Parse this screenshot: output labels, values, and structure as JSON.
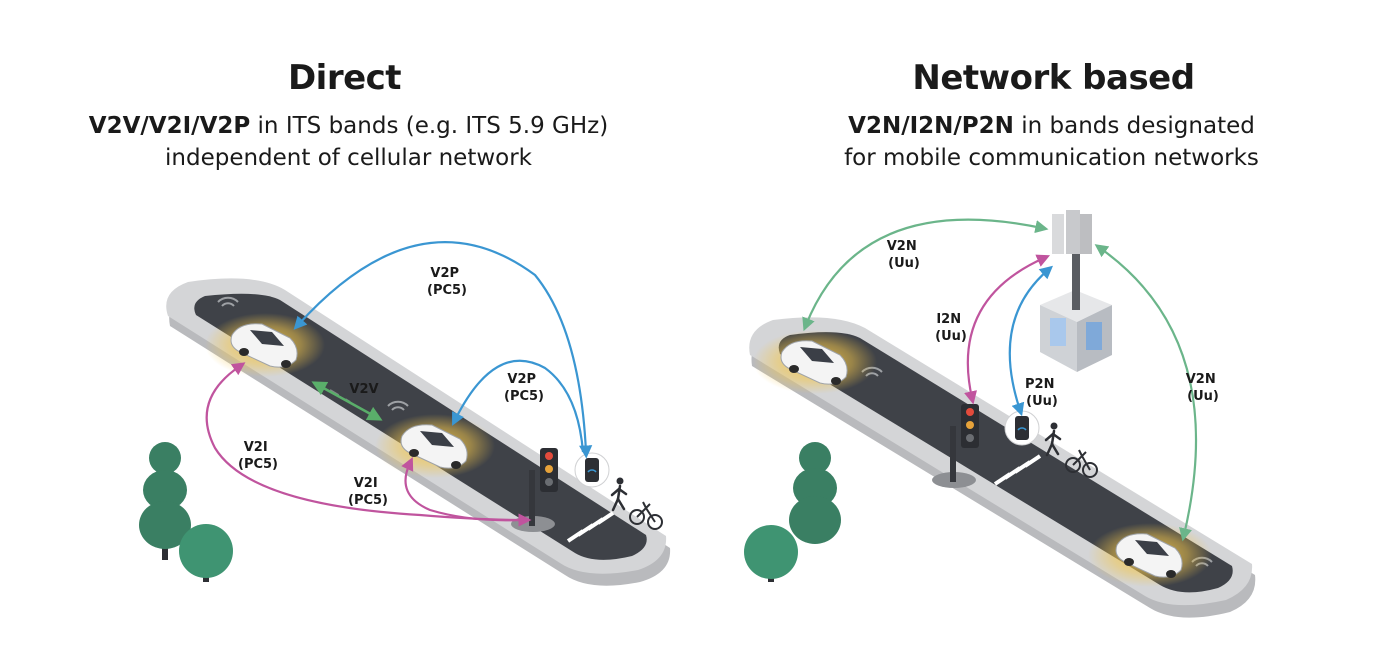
{
  "direct": {
    "title": "Direct",
    "bold_part": "V2V/V2I/V2P",
    "line1_rest": " in ITS bands (e.g. ITS 5.9 GHz)",
    "line2": "independent of cellular network",
    "labels": {
      "v2p_top": [
        "V2P",
        "(PC5)"
      ],
      "v2p_mid": [
        "V2P",
        "(PC5)"
      ],
      "v2v": "V2V",
      "v2i_left": [
        "V2I",
        "(PC5)"
      ],
      "v2i_mid": [
        "V2I",
        "(PC5)"
      ]
    }
  },
  "network": {
    "title": "Network based",
    "bold_part": "V2N/I2N/P2N",
    "line1_rest": " in bands designated",
    "line2": "for mobile communication networks",
    "labels": {
      "v2n_left": [
        "V2N",
        "(Uu)"
      ],
      "i2n": [
        "I2N",
        "(Uu)"
      ],
      "p2n": [
        "P2N",
        "(Uu)"
      ],
      "v2n_right": [
        "V2N",
        "(Uu)"
      ]
    }
  },
  "colors": {
    "v2p": "#3a96d2",
    "v2v": "#5aae6a",
    "v2i": "#c0549e",
    "v2n": "#6bb58a",
    "road": "#3f4248",
    "road_rim": "#c9cacc",
    "tree": "#3a7f63",
    "glow": "#f3c64a"
  }
}
